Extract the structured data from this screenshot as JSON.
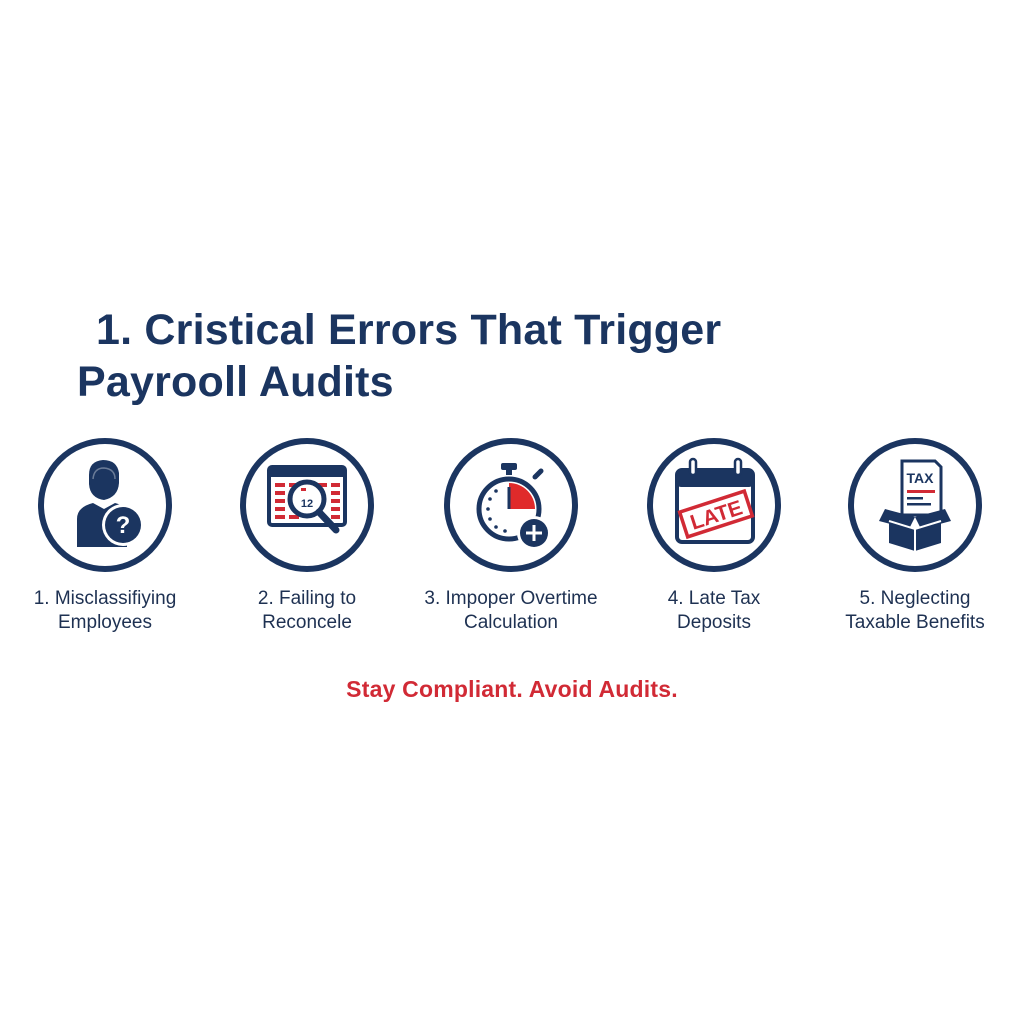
{
  "title": {
    "line1": "1. Cristical Errors That Trigger",
    "line2": "Payrooll Audits"
  },
  "colors": {
    "navy": "#1b3560",
    "red": "#d12a35",
    "background": "#ffffff"
  },
  "items": [
    {
      "icon": "person-question-icon",
      "line1": "1. Misclassifiying",
      "line2": "Employees"
    },
    {
      "icon": "spreadsheet-magnifier-icon",
      "line1": "2. Failing to",
      "line2": "Reconcele"
    },
    {
      "icon": "stopwatch-plus-icon",
      "line1": "3. Impoper Overtime",
      "line2": "Calculation"
    },
    {
      "icon": "calendar-late-icon",
      "line1": "4. Late Tax",
      "line2": "Deposits",
      "stamp": "LATE"
    },
    {
      "icon": "tax-box-icon",
      "line1": "5. Neglecting",
      "line2": "Taxable Benefits",
      "doc_label": "TAX"
    }
  ],
  "tagline": "Stay Compliant. Avoid Audits."
}
